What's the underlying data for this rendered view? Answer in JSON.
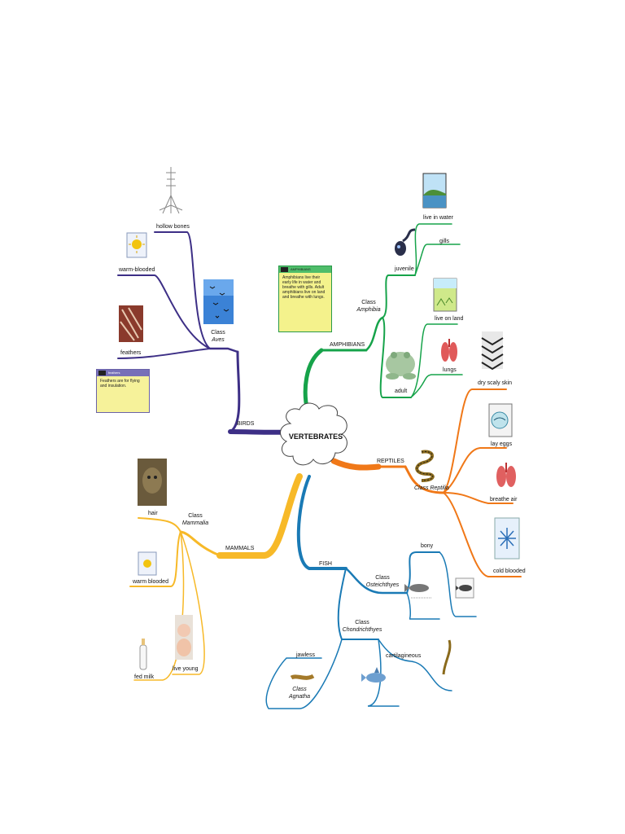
{
  "center": "VERTEBRATES",
  "colors": {
    "birds": "#3d2f86",
    "amphibians": "#16a34a",
    "reptiles": "#f07818",
    "mammals": "#f7b928",
    "fish": "#1a7ab5",
    "note_amphibians": "#f4f28c",
    "note_birds": "#f6f29a"
  },
  "branches": {
    "birds": {
      "label": "BIRDS",
      "class_line1": "Class",
      "class_line2": "Aves",
      "leaves": [
        "hollow bones",
        "warm-blooded",
        "feathers"
      ],
      "note_title": "feathers",
      "note_text": "Feathers are for flying and insulation."
    },
    "amphibians": {
      "label": "AMPHIBIANS",
      "class_line1": "Class",
      "class_line2": "Amphibia",
      "leaves": [
        "juvenile",
        "live in water",
        "gills",
        "adult",
        "live on land",
        "lungs"
      ],
      "note_title": "AMPHIBIANS",
      "note_text": "Amphibians live their early life in water and breathe with gills. Adult amphibians live on land and breathe with lungs."
    },
    "reptiles": {
      "label": "REPTILES",
      "class_name": "Class Reptilia",
      "leaves": [
        "dry scaly skin",
        "lay eggs",
        "breathe air",
        "cold blooded"
      ]
    },
    "mammals": {
      "label": "MAMMALS",
      "class_line1": "Class",
      "class_line2": "Mammalia",
      "leaves": [
        "hair",
        "warm blooded",
        "live young",
        "fed milk"
      ]
    },
    "fish": {
      "label": "FISH",
      "bony_class_line1": "Class",
      "bony_class_line2": "Osteichthyes",
      "bony_leaf": "bony",
      "cart_class_line1": "Class",
      "cart_class_line2": "Chondrichthyes",
      "cart_leaf": "cartilagineous",
      "jawless_leaf": "jawless",
      "jawless_class_line1": "Class",
      "jawless_class_line2": "Agnatha"
    }
  },
  "icons": [
    "skeleton-icon",
    "sun-icon",
    "feathers-photo",
    "birds-photo",
    "tadpole-icon",
    "pond-icon",
    "meadow-icon",
    "frog-photo",
    "lungs-icon",
    "scales-icon",
    "eggs-icon",
    "snake-icon",
    "snowflake-icon",
    "monkey-photo",
    "baby-photo",
    "bottle-icon",
    "fish-icon",
    "shark-icon",
    "lamprey-icon",
    "seahorse-icon"
  ]
}
